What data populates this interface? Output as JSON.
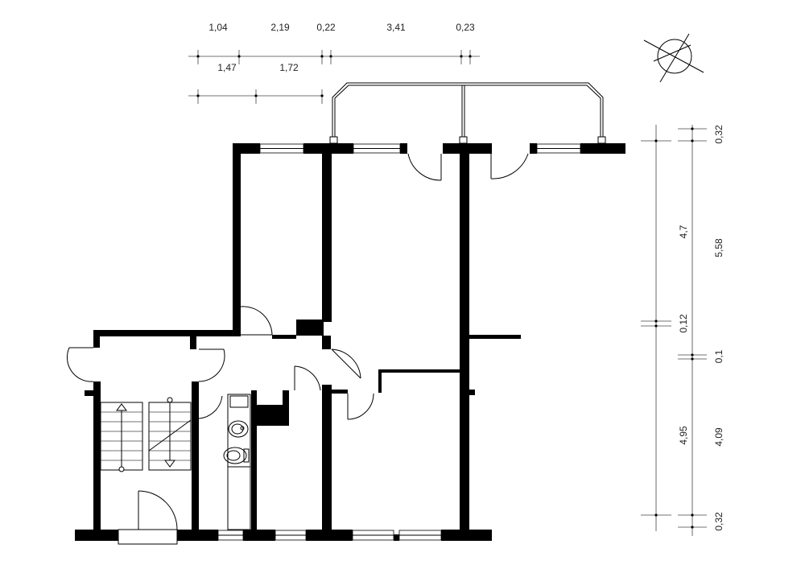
{
  "dimensions": {
    "top_row_1": [
      "1,04",
      "2,19",
      "0,22",
      "3,41",
      "0,23"
    ],
    "top_row_2": [
      "1,47",
      "1,72"
    ],
    "right_col_1": [
      "4,7",
      "0,12",
      "4,95"
    ],
    "right_col_2": [
      "0,32",
      "5,58",
      "0,1",
      "4,09",
      "0,32"
    ]
  }
}
